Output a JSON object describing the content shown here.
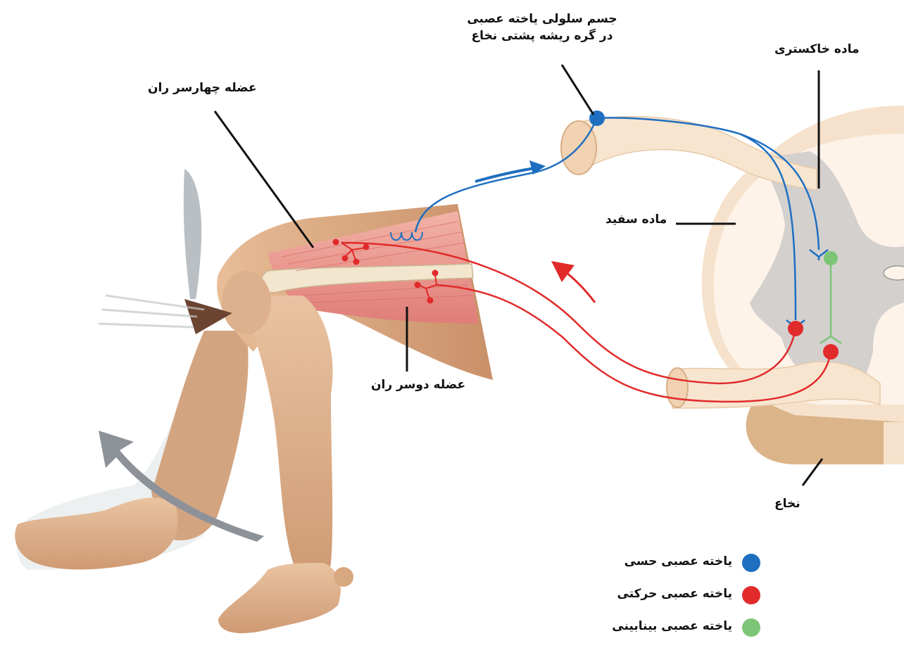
{
  "labels": {
    "cell_body_line1": "جسم سلولی یاخته عصبی",
    "cell_body_line2": "در گره ریشه پشتی نخاع",
    "gray_matter": "ماده خاکستری",
    "quadriceps": "عضله چهارسر ران",
    "white_matter": "ماده سفید",
    "hamstring": "عضله دوسر ران",
    "spinal_cord": "نخاع"
  },
  "legend": [
    {
      "label": "یاخته عصبی حسی",
      "color": "#1f6fc0"
    },
    {
      "label": "یاخته عصبی حرکتی",
      "color": "#e12a2a"
    },
    {
      "label": "یاخته عصبی بینابینی",
      "color": "#7cc576"
    }
  ],
  "colors": {
    "sensory": "#1f6fc0",
    "motor": "#e12a2a",
    "interneuron": "#7cc576",
    "skin": "#d9a77e",
    "gray_matter": "#d3d0ce",
    "white_matter": "#fbeee0",
    "movement_arrow": "#8d9299"
  }
}
